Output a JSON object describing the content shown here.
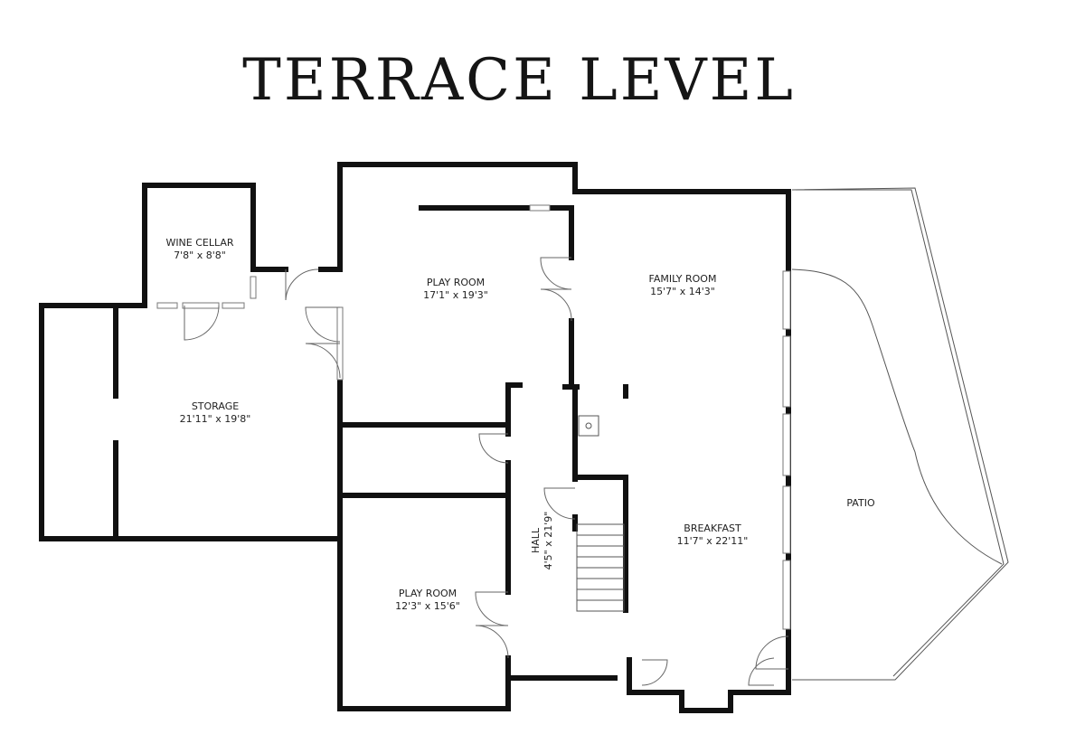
{
  "title": "TERRACE LEVEL",
  "rooms": [
    {
      "key": "wine-cellar",
      "name": "WINE CELLAR",
      "dims": "7'8\" x 8'8\""
    },
    {
      "key": "play-room-upper",
      "name": "PLAY ROOM",
      "dims": "17'1\" x 19'3\""
    },
    {
      "key": "family-room",
      "name": "FAMILY ROOM",
      "dims": "15'7\" x 14'3\""
    },
    {
      "key": "storage",
      "name": "STORAGE",
      "dims": "21'11\" x 19'8\""
    },
    {
      "key": "patio",
      "name": "PATIO",
      "dims": ""
    },
    {
      "key": "breakfast",
      "name": "BREAKFAST",
      "dims": "11'7\" x 22'11\""
    },
    {
      "key": "hall",
      "name": "HALL",
      "dims": "4'5\" x 21'9\""
    },
    {
      "key": "play-room-lower",
      "name": "PLAY ROOM",
      "dims": "12'3\" x 15'6\""
    }
  ]
}
